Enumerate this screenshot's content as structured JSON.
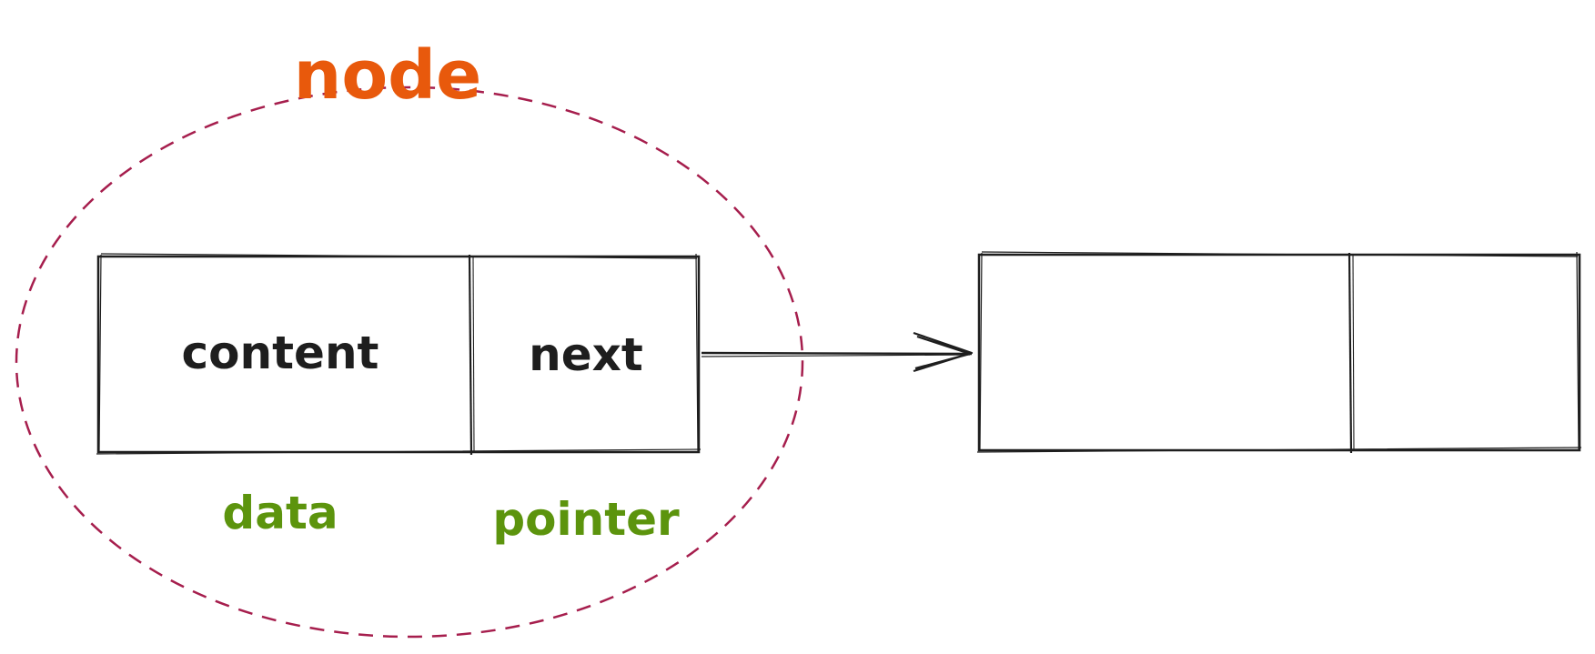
{
  "diagram": {
    "group_label": "node",
    "nodes": [
      {
        "fields": [
          {
            "text": "content",
            "caption": "data"
          },
          {
            "text": "next",
            "caption": "pointer"
          }
        ]
      },
      {
        "fields": [
          {
            "text": "",
            "caption": ""
          },
          {
            "text": "",
            "caption": ""
          }
        ]
      }
    ],
    "colors": {
      "stroke": "#1e1e1e",
      "group_outline": "#a61e4d",
      "group_label": "#e8590c",
      "caption": "#5c940d"
    }
  }
}
